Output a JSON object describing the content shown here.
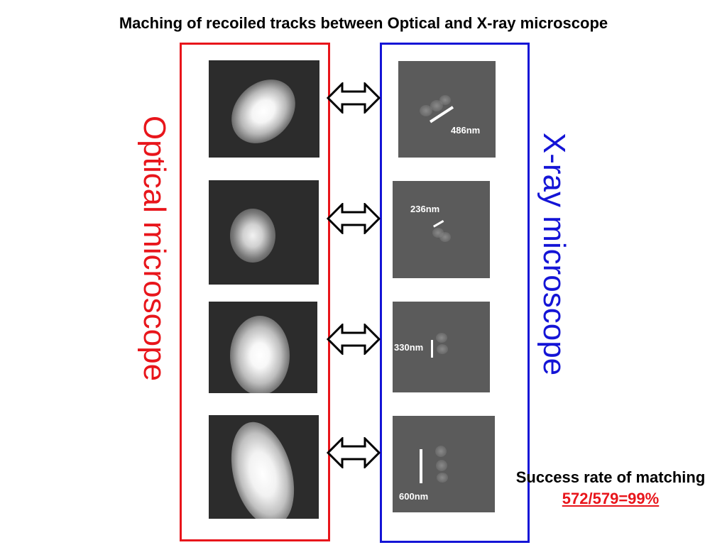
{
  "title": "Maching of recoiled tracks between Optical and X-ray microscope",
  "optical_label": "Optical microscope",
  "xray_label": "X-ray microscope",
  "scale_labels": [
    "486nm",
    "236nm",
    "330nm",
    "600nm"
  ],
  "success": {
    "heading": "Success rate of matching",
    "value": "572/579=99%"
  },
  "colors": {
    "optical": "#e8151b",
    "xray": "#1414d6",
    "success_value": "#e8151b"
  }
}
